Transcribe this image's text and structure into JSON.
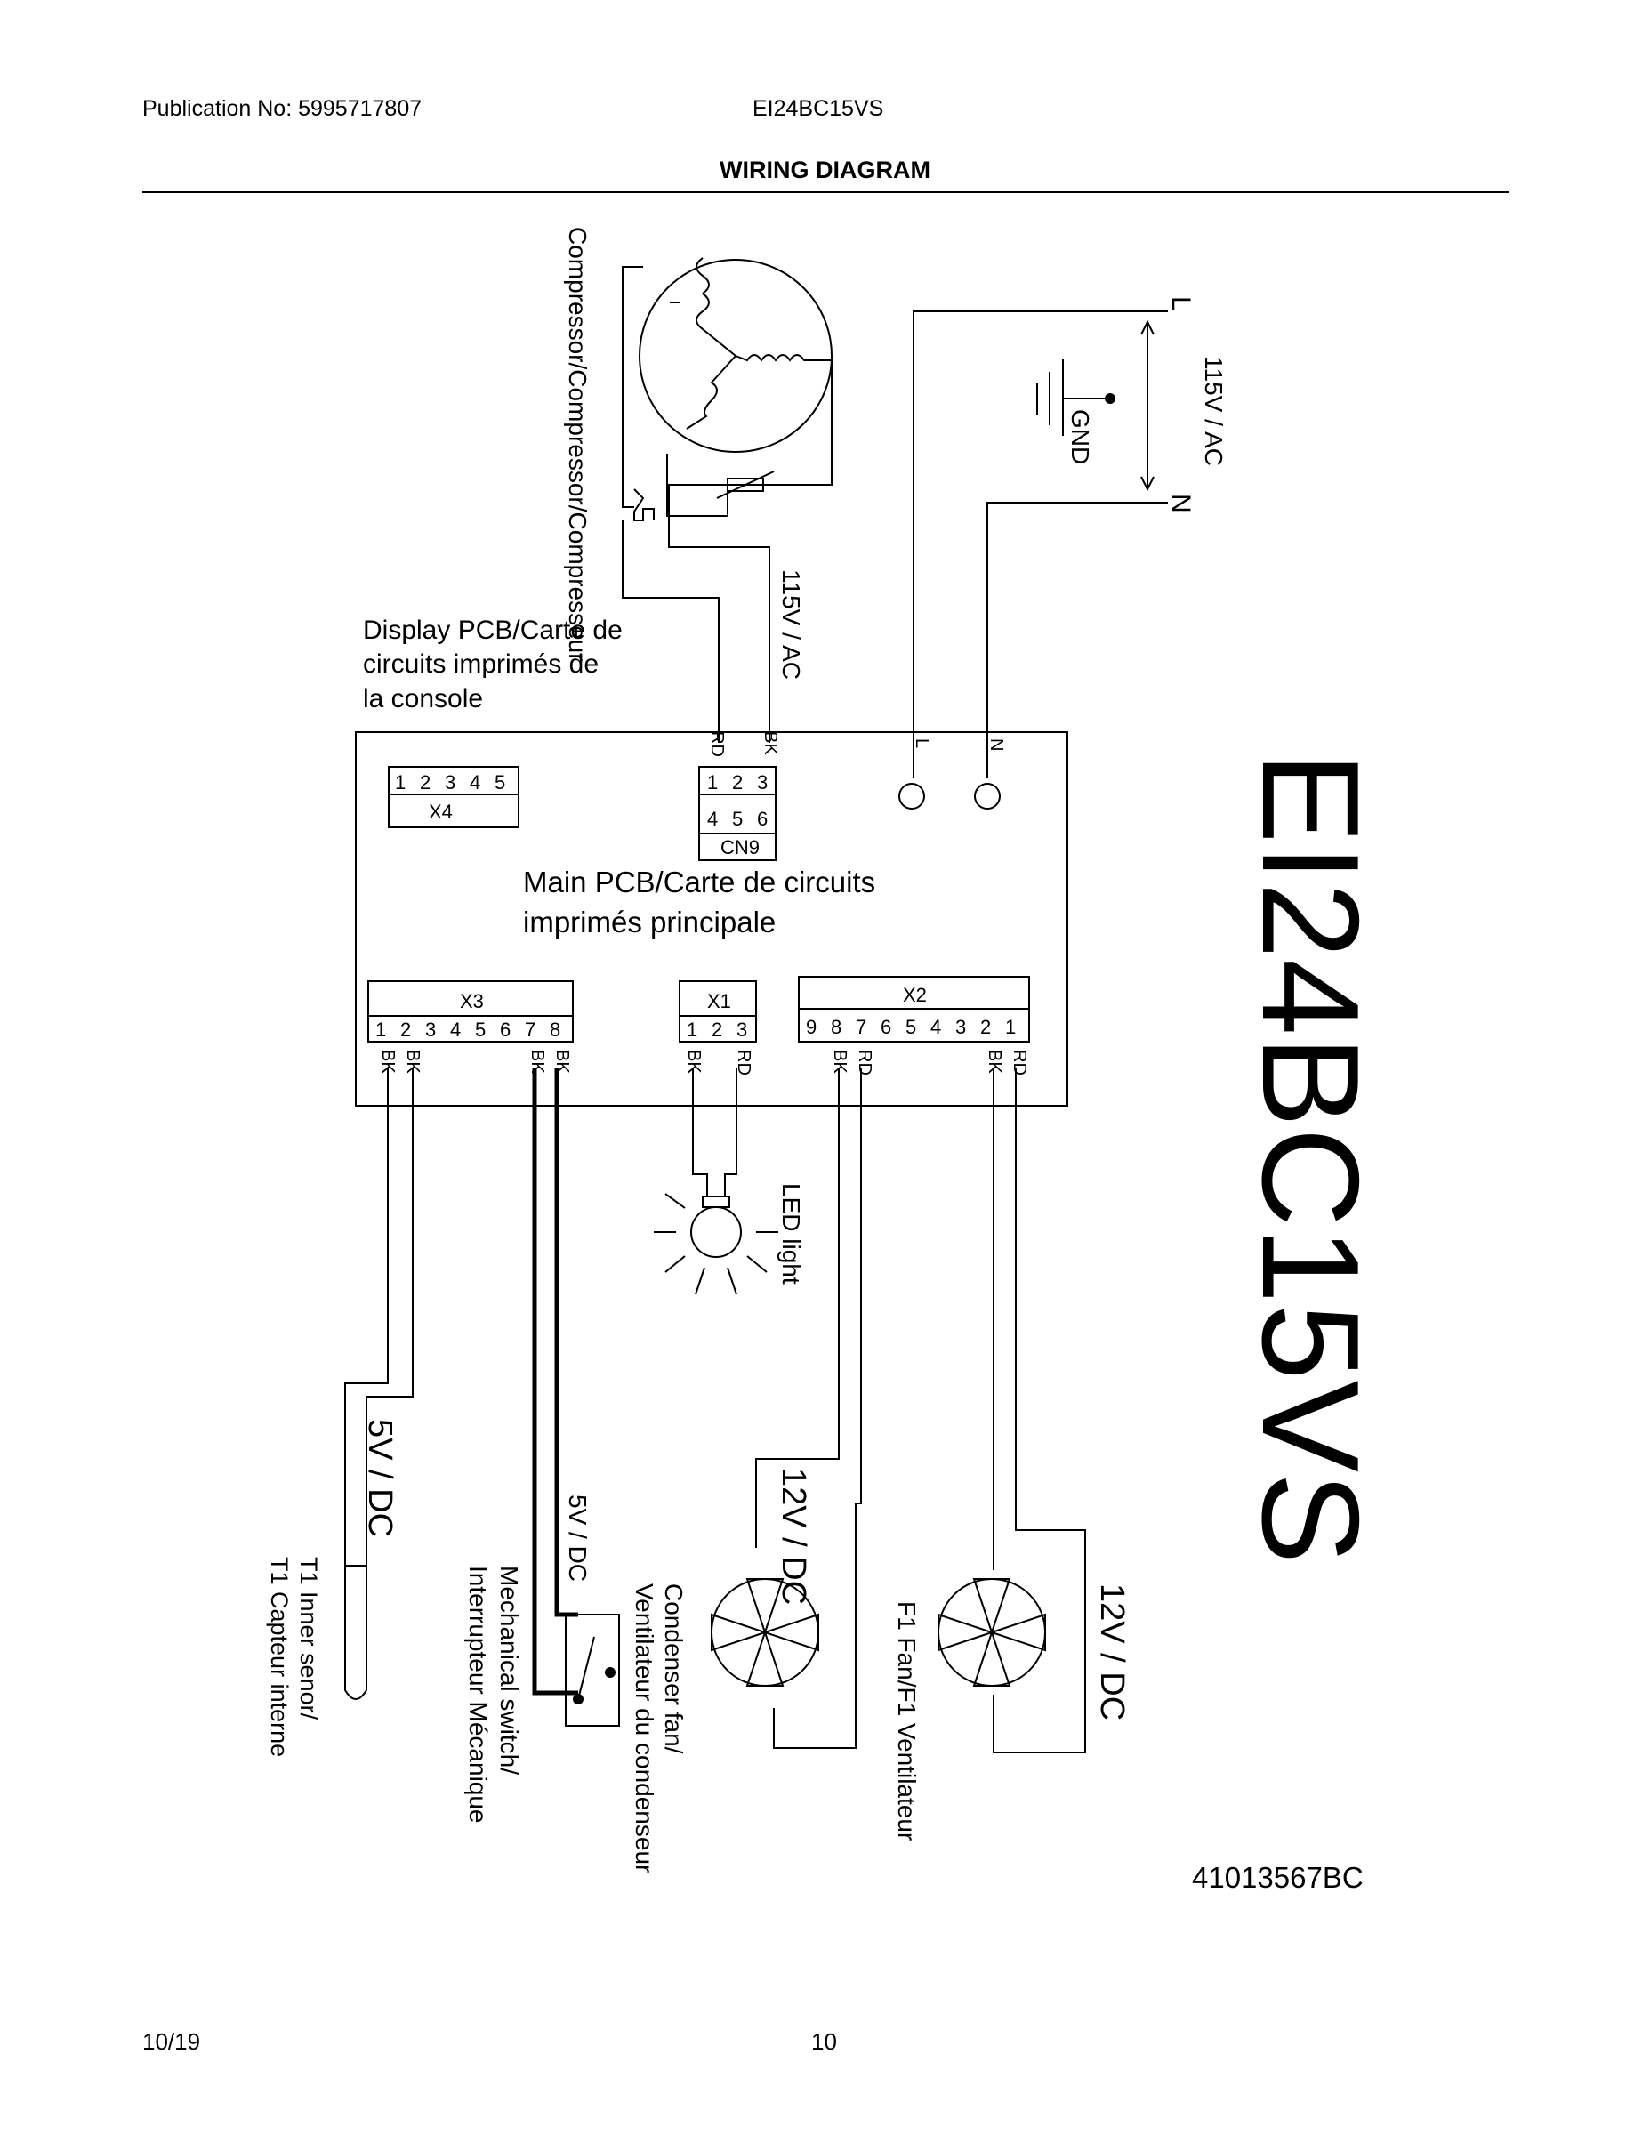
{
  "header": {
    "publication": "Publication No: 5995717807",
    "model": "EI24BC15VS",
    "title": "WIRING DIAGRAM"
  },
  "footer": {
    "date": "10/19",
    "page": "10"
  },
  "diagram": {
    "big_model": "EI24BC15VS",
    "part_number": "41013567BC",
    "compressor_label": "Compressor/Compressor/Compresseur",
    "supply": {
      "voltage": "115V / AC",
      "line": "L",
      "neutral": "N",
      "ground": "GND"
    },
    "compressor_supply": "115V / AC",
    "display_pcb": [
      "Display PCB/Carte de",
      "circuits imprimés de",
      "la console"
    ],
    "main_pcb": [
      "Main PCB/Carte de circuits",
      "imprimés principale"
    ],
    "pcb_terminals": {
      "l": "L",
      "n": "N"
    },
    "connectors": {
      "x4": {
        "name": "X4",
        "pins": [
          "1",
          "2",
          "3",
          "4",
          "5"
        ]
      },
      "cn9": {
        "name": "CN9",
        "pins": [
          "1",
          "2",
          "3",
          "4",
          "5",
          "6"
        ],
        "wires": [
          "RD",
          "BK"
        ]
      },
      "x3": {
        "name": "X3",
        "pins": [
          "1",
          "2",
          "3",
          "4",
          "5",
          "6",
          "7",
          "8"
        ],
        "wires": [
          "BK",
          "BK",
          "BK",
          "BK"
        ]
      },
      "x1": {
        "name": "X1",
        "pins": [
          "1",
          "2",
          "3"
        ],
        "wires": [
          "BK",
          "RD"
        ]
      },
      "x2": {
        "name": "X2",
        "pins": [
          "9",
          "8",
          "7",
          "6",
          "5",
          "4",
          "3",
          "2",
          "1"
        ],
        "wires": [
          "BK",
          "RD",
          "BK",
          "RD"
        ]
      }
    },
    "led": {
      "label": "LED light"
    },
    "sensor": {
      "voltage": "5V / DC",
      "label": [
        "T1 Inner senor/",
        "T1 Capteur interne"
      ]
    },
    "switch": {
      "voltage": "5V / DC",
      "label": [
        "Mechanical switch/",
        "Interrupteur Mécanique"
      ]
    },
    "condenser_fan": {
      "voltage": "12V / DC",
      "label": [
        "Condenser fan/",
        "Ventilateur du condenseur"
      ]
    },
    "f1_fan": {
      "voltage": "12V / DC",
      "label": [
        "F1 Fan/F1 Ventilateur"
      ]
    }
  }
}
